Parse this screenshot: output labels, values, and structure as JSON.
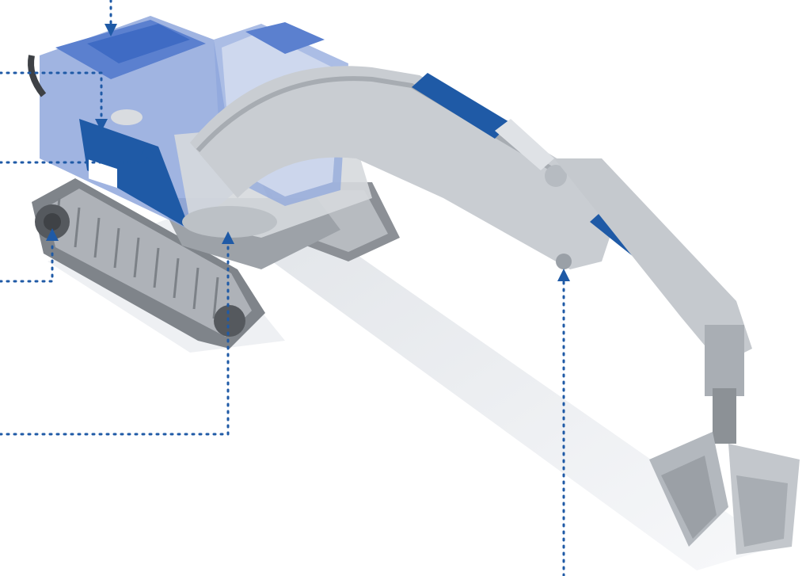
{
  "diagram": {
    "subject": "excavator-grab-callout-illustration",
    "colors": {
      "accent": "#1f5aa6",
      "accent_light": "#6b8fd6",
      "steel": "#c9cdd2",
      "steel_dark": "#9aa0a7",
      "track": "#8c9096",
      "shadow": "#e6e8ec",
      "leader": "#1f5aa6"
    },
    "callouts": [
      {
        "id": "engine-top",
        "icon": "arrow-down-icon"
      },
      {
        "id": "engine-side",
        "icon": "arrow-down-icon"
      },
      {
        "id": "hydraulic-tank",
        "icon": "arrow-up-icon"
      },
      {
        "id": "drive-sprocket",
        "icon": "arrow-up-icon"
      },
      {
        "id": "slewing-ring",
        "icon": "arrow-up-icon"
      },
      {
        "id": "boom-pivot",
        "icon": "arrow-up-icon"
      }
    ]
  }
}
